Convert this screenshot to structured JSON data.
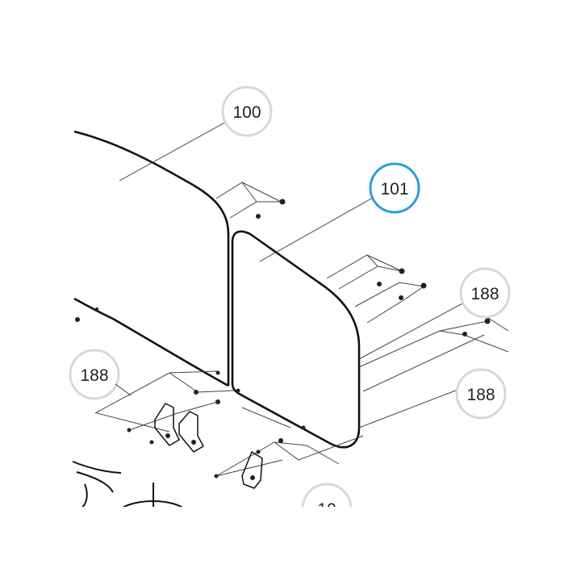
{
  "callouts": [
    {
      "id": "c100",
      "label": "100",
      "highlighted": false
    },
    {
      "id": "c101",
      "label": "101",
      "highlighted": true
    },
    {
      "id": "c188a",
      "label": "188",
      "highlighted": false
    },
    {
      "id": "c188b",
      "label": "188",
      "highlighted": false
    },
    {
      "id": "c188c",
      "label": "188",
      "highlighted": false
    },
    {
      "id": "c10x",
      "label": "10",
      "highlighted": false
    }
  ],
  "colors": {
    "highlight": "#2a9fd6",
    "callout_ring": "#d8d8d8",
    "line": "#222222",
    "background": "#ffffff"
  }
}
